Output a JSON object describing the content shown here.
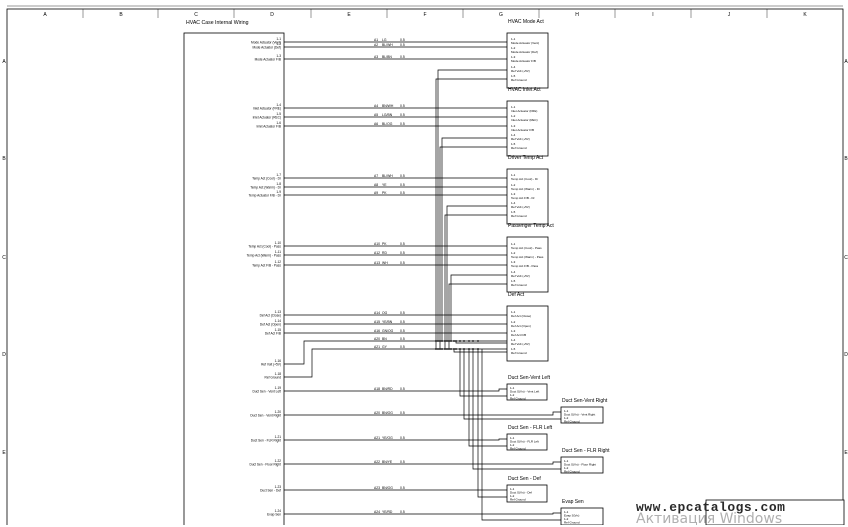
{
  "border": {
    "columns": [
      "A",
      "B",
      "C",
      "D",
      "E",
      "F",
      "G",
      "H",
      "I",
      "J",
      "K"
    ],
    "rows": [
      "A",
      "B",
      "C",
      "D",
      "E"
    ]
  },
  "hvac_case": {
    "title": "HVAC Case Internal Wiring",
    "pins": [
      {
        "pin": "1-1",
        "label": "Mode Actuator (Vent)"
      },
      {
        "pin": "1-2",
        "label": "Mode Actuator (Def)"
      },
      {
        "pin": "1-3",
        "label": "Mode Actuator F/B"
      },
      {
        "pin": "1-4",
        "label": "Inlet Actuator (FRE)"
      },
      {
        "pin": "1-5",
        "label": "Inlet Actuator (REC)"
      },
      {
        "pin": "1-6",
        "label": "Inlet Actuator F/B"
      },
      {
        "pin": "1-7",
        "label": "Temp Act (Cool) - Dr"
      },
      {
        "pin": "1-8",
        "label": "Temp Act (Warm) - Dr"
      },
      {
        "pin": "1-9",
        "label": "Temp Actuator F/B - Dr"
      },
      {
        "pin": "1-10",
        "label": "Temp Act (Cool) - Pass"
      },
      {
        "pin": "1-11",
        "label": "Temp Act (Warm) - Pass"
      },
      {
        "pin": "1-12",
        "label": "Temp Act F/B - Pass"
      },
      {
        "pin": "1-13",
        "label": "Def Act (Close)"
      },
      {
        "pin": "1-14",
        "label": "Def Act (Open)"
      },
      {
        "pin": "1-15",
        "label": "Def Act F/B"
      },
      {
        "pin": "1-16",
        "label": "Ref Volt (+5V)"
      },
      {
        "pin": "1-18",
        "label": "Ref Ground"
      },
      {
        "pin": "1-19",
        "label": "Duct Sen - Vent Left"
      },
      {
        "pin": "1-20",
        "label": "Duct Sen - Vent Right"
      },
      {
        "pin": "1-21",
        "label": "Duct Sen - FLR Right"
      },
      {
        "pin": "1-22",
        "label": "Duct Sen - Floor Right"
      },
      {
        "pin": "1-23",
        "label": "Duct Sen - Def"
      },
      {
        "pin": "1-24",
        "label": "Evap Sen"
      }
    ]
  },
  "wires": [
    {
      "id": "A1",
      "color": "LG",
      "gauge": "0.5"
    },
    {
      "id": "A2",
      "color": "BL/WH",
      "gauge": "0.5"
    },
    {
      "id": "A3",
      "color": "BL/BN",
      "gauge": "0.5"
    },
    {
      "id": "A4",
      "color": "BN/WH",
      "gauge": "0.5"
    },
    {
      "id": "A5",
      "color": "LG/BN",
      "gauge": "0.5"
    },
    {
      "id": "A6",
      "color": "BL/OG",
      "gauge": "0.5"
    },
    {
      "id": "A7",
      "color": "BL/WH",
      "gauge": "0.5"
    },
    {
      "id": "A8",
      "color": "YE",
      "gauge": "0.5"
    },
    {
      "id": "A9",
      "color": "PK",
      "gauge": "0.5"
    },
    {
      "id": "A10",
      "color": "PK",
      "gauge": "0.5"
    },
    {
      "id": "A12",
      "color": "RD",
      "gauge": "0.5"
    },
    {
      "id": "A13",
      "color": "WH",
      "gauge": "0.5"
    },
    {
      "id": "A14",
      "color": "OG",
      "gauge": "0.5"
    },
    {
      "id": "A15",
      "color": "YE/BN",
      "gauge": "0.5"
    },
    {
      "id": "A16",
      "color": "GN/OG",
      "gauge": "0.5"
    },
    {
      "id": "A20",
      "color": "BN",
      "gauge": "0.5"
    },
    {
      "id": "A21",
      "color": "GY",
      "gauge": "0.5"
    },
    {
      "id": "A18",
      "color": "BN/RD",
      "gauge": "0.5"
    },
    {
      "id": "A20",
      "color": "BN/OG",
      "gauge": "0.5"
    },
    {
      "id": "A21",
      "color": "YE/OG",
      "gauge": "0.5"
    },
    {
      "id": "A22",
      "color": "BN/YE",
      "gauge": "0.5"
    },
    {
      "id": "A23",
      "color": "BN/OG",
      "gauge": "0.5"
    },
    {
      "id": "A24",
      "color": "YE/RD",
      "gauge": "0.5"
    }
  ],
  "actuators": [
    {
      "title": "HVAC Mode Act",
      "pins": [
        {
          "pin": "1-1",
          "label": "Mode Actuator (Vent)"
        },
        {
          "pin": "1-2",
          "label": "Mode Actuator (Def)"
        },
        {
          "pin": "1-3",
          "label": "Mode Actuator F/B"
        },
        {
          "pin": "1-4",
          "label": "Ref Volt (+5V)"
        },
        {
          "pin": "1-5",
          "label": "Ref Ground"
        }
      ]
    },
    {
      "title": "HVAC Inlet Act",
      "pins": [
        {
          "pin": "1-1",
          "label": "Inlet Actuator (FRE)"
        },
        {
          "pin": "1-2",
          "label": "Inlet Actuator (REC)"
        },
        {
          "pin": "1-3",
          "label": "Inlet Actuator F/B"
        },
        {
          "pin": "1-4",
          "label": "Ref Volt (+5V)"
        },
        {
          "pin": "1-5",
          "label": "Ref Ground"
        }
      ]
    },
    {
      "title": "Driver Temp Act",
      "pins": [
        {
          "pin": "1-1",
          "label": "Temp Act (Cool) - Dr"
        },
        {
          "pin": "1-2",
          "label": "Temp Act (Warm) - Dr"
        },
        {
          "pin": "1-3",
          "label": "Temp Act F/B - Dr"
        },
        {
          "pin": "1-4",
          "label": "Ref Volt (+5V)"
        },
        {
          "pin": "1-5",
          "label": "Ref Ground"
        }
      ]
    },
    {
      "title": "Passenger Temp Act",
      "pins": [
        {
          "pin": "1-1",
          "label": "Temp Act (Cool) - Pass"
        },
        {
          "pin": "1-2",
          "label": "Temp Act (Warm) - Pass"
        },
        {
          "pin": "1-3",
          "label": "Temp Act F/B - Pass"
        },
        {
          "pin": "1-4",
          "label": "Ref Volt (+5V)"
        },
        {
          "pin": "1-5",
          "label": "Ref Ground"
        }
      ]
    },
    {
      "title": "Def Act",
      "pins": [
        {
          "pin": "1-1",
          "label": "Def Act (Close)"
        },
        {
          "pin": "1-2",
          "label": "Def Act (Open)"
        },
        {
          "pin": "1-3",
          "label": "Def Act F/B"
        },
        {
          "pin": "1-4",
          "label": "Ref Volt (+5V)"
        },
        {
          "pin": "1-5",
          "label": "Ref Ground"
        }
      ]
    }
  ],
  "sensors": [
    {
      "title": "Duct Sen-Vent Left",
      "pins": [
        {
          "pin": "1-1",
          "label": "Duct S(Vn) - Vent Left"
        },
        {
          "pin": "1-2",
          "label": "Ref Ground"
        }
      ]
    },
    {
      "title": "Duct Sen-Vent Right",
      "pins": [
        {
          "pin": "1-1",
          "label": "Duct S(Vn) - Vent Right"
        },
        {
          "pin": "1-2",
          "label": "Ref Ground"
        }
      ]
    },
    {
      "title": "Duct Sen - FLR Left",
      "pins": [
        {
          "pin": "1-1",
          "label": "Duct S(Vn) - FLR Left"
        },
        {
          "pin": "1-2",
          "label": "Ref Ground"
        }
      ]
    },
    {
      "title": "Duct Sen - FLR Right",
      "pins": [
        {
          "pin": "1-1",
          "label": "Duct S(Vn) - Floor Right"
        },
        {
          "pin": "1-2",
          "label": "Ref Ground"
        }
      ]
    },
    {
      "title": "Duct Sen - Def",
      "pins": [
        {
          "pin": "1-1",
          "label": "Duct S(Vn) - Def"
        },
        {
          "pin": "1-2",
          "label": "Ref Ground"
        }
      ]
    },
    {
      "title": "Evap Sen",
      "pins": [
        {
          "pin": "1-1",
          "label": "Evap S(Vn)"
        },
        {
          "pin": "1-2",
          "label": "Ref Ground"
        }
      ]
    }
  ],
  "watermark": "www.epcatalogs.com",
  "activation_text": "Активация Windows"
}
